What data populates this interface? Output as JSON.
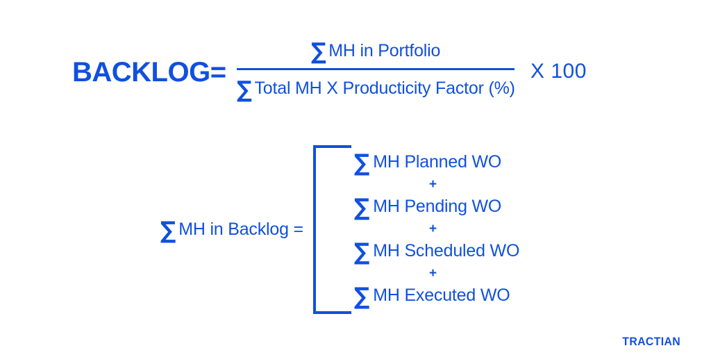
{
  "theme": {
    "background": "#ffffff",
    "accent_blue": "#1050e0"
  },
  "formula": {
    "label": "BACKLOG=",
    "numerator": "∑ MH in Portfolio",
    "numerator_sigma": "∑",
    "numerator_text": "MH in Portfolio",
    "denominator_sigma": "∑",
    "denominator_text": "Total MH X Producticity Factor (%)",
    "multiplier": "X 100"
  },
  "expansion": {
    "label_sigma": "∑",
    "label_text": "MH in Backlog =",
    "operator": "+",
    "terms": [
      {
        "sigma": "∑",
        "text": "MH Planned WO"
      },
      {
        "sigma": "∑",
        "text": "MH Pending WO"
      },
      {
        "sigma": "∑",
        "text": "MH Scheduled WO"
      },
      {
        "sigma": "∑",
        "text": "MH Executed WO"
      }
    ]
  },
  "brand": {
    "name": "TRACTIAN"
  }
}
